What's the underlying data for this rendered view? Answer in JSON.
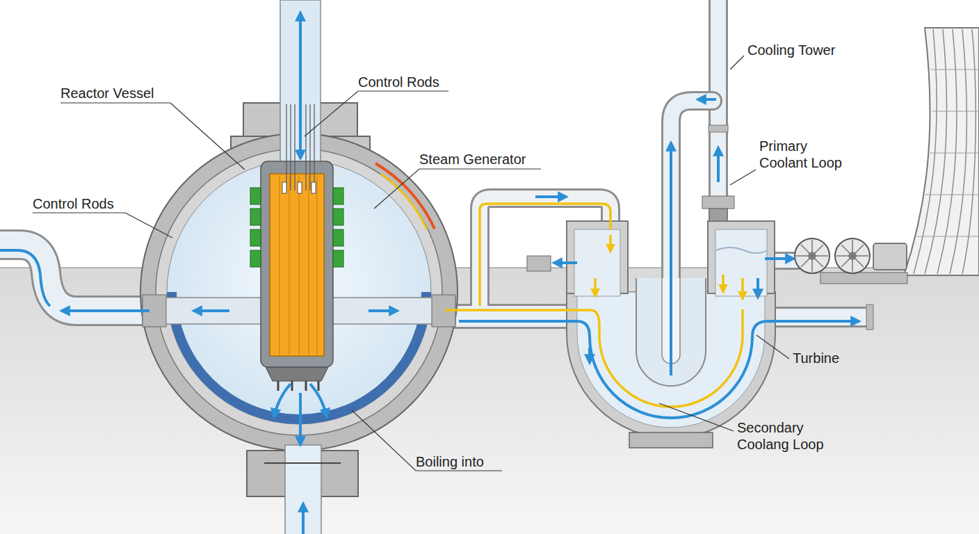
{
  "diagram": {
    "labels": [
      "Reactor Vessel",
      "Control Rods",
      "Cooling Tower",
      "Steam Generator",
      "Primary Coolant Loop",
      "Control Rods",
      "Turbine",
      "Secondary Coolang Loop",
      "Boiling into"
    ]
  }
}
